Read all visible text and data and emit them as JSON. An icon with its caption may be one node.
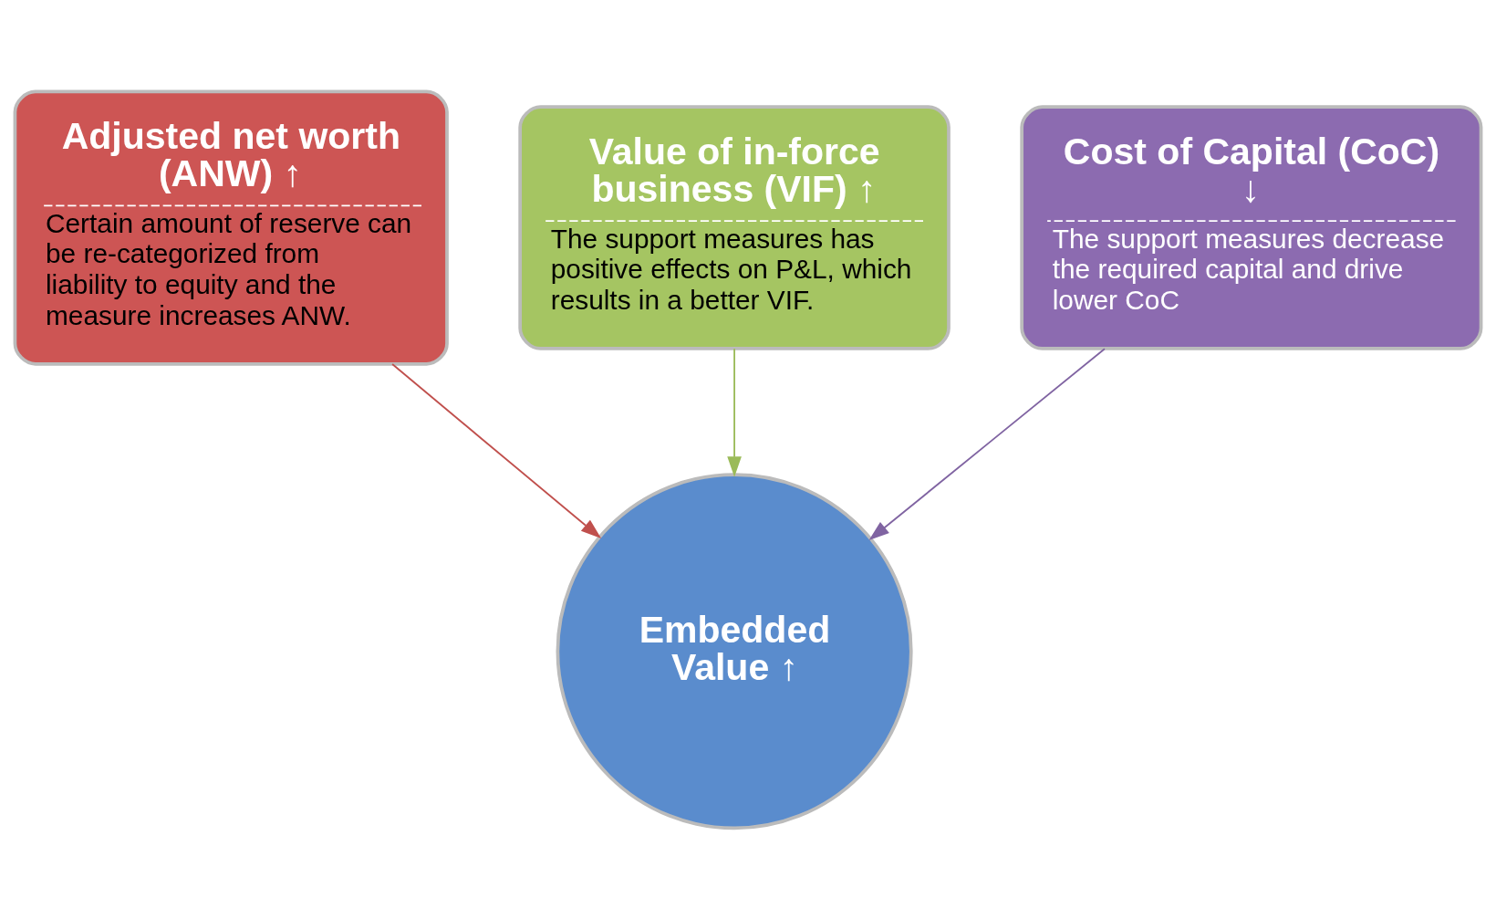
{
  "diagram": {
    "nodes": [
      {
        "text": [
          "Adjusted net worth (ANW) ↑",
          "Certain amount of reserve can be re-categorized from liability to equity and the measure increases ANW."
        ]
      },
      {
        "text": [
          "Value of in-force business (VIF) ↑",
          "The support measures has positive effects on P&L, which results in a better VIF."
        ]
      },
      {
        "text": [
          "Cost of Capital (CoC) ↓",
          "The support measures decrease the required capital and drive lower CoC"
        ]
      },
      {
        "text": [
          "Embedded Value ↑"
        ]
      }
    ],
    "edges": [
      {
        "from": 0,
        "to": 3,
        "arrow": "to",
        "color": "#c0504d"
      },
      {
        "from": 1,
        "to": 3,
        "arrow": "to",
        "color": "#9bbb59"
      },
      {
        "from": 2,
        "to": 3,
        "arrow": "to",
        "color": "#8064a2"
      }
    ]
  }
}
